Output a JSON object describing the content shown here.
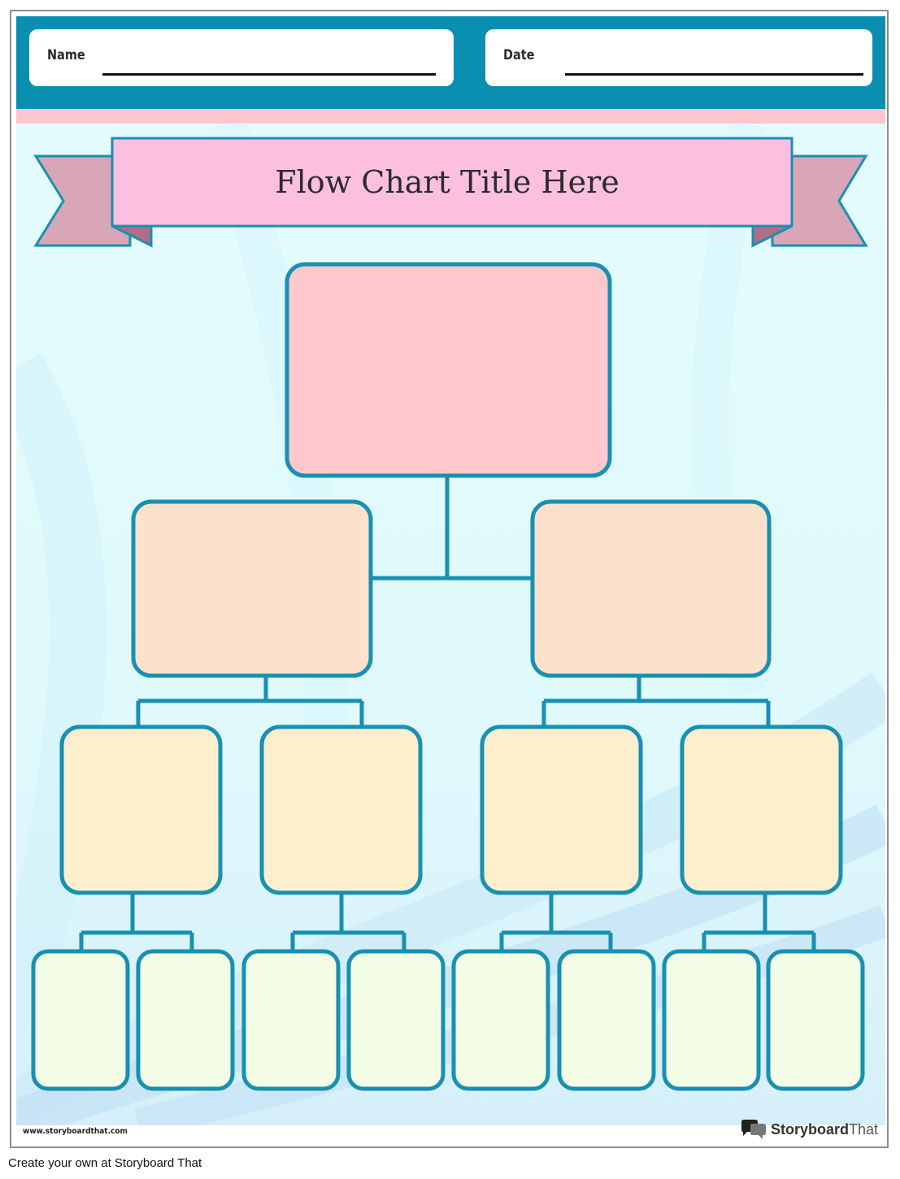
{
  "header": {
    "name_label": "Name",
    "date_label": "Date"
  },
  "title": "Flow Chart Title Here",
  "colors": {
    "header_bar": "#0b8fb1",
    "box_stroke": "#1890b1",
    "level1_fill": "#fec8cc",
    "level2_fill": "#fde1cb",
    "level3_fill": "#fdefcd",
    "level4_fill": "#f3fde6",
    "banner_fill": "#fdbfdf",
    "ribbon_fill": "#d9a6b8"
  },
  "footer": {
    "url": "www.storyboardthat.com",
    "logo_brand": "Storyboard",
    "logo_suffix": "That"
  },
  "caption": "Create your own at Storyboard That"
}
